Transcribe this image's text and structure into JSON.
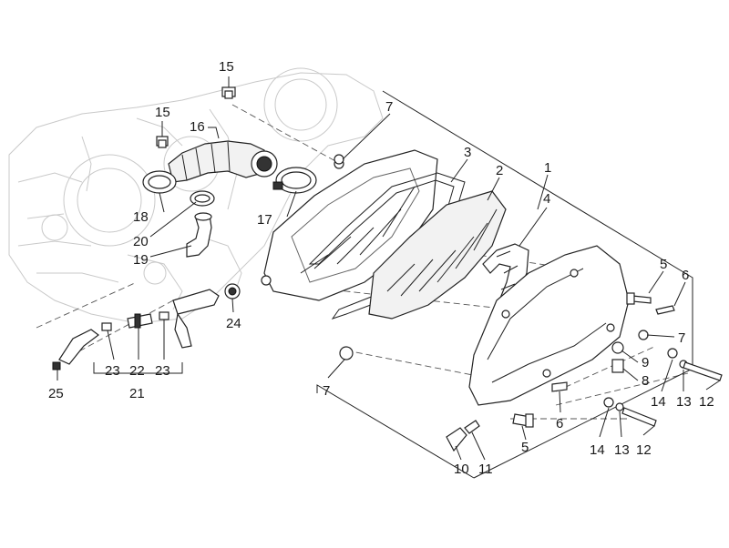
{
  "diagram": {
    "callouts": {
      "c1": "1",
      "c2": "2",
      "c3": "3",
      "c4": "4",
      "c5a": "5",
      "c5b": "5",
      "c6a": "6",
      "c6b": "6",
      "c7a": "7",
      "c7b": "7",
      "c7c": "7",
      "c8": "8",
      "c9": "9",
      "c10": "10",
      "c11": "11",
      "c12a": "12",
      "c12b": "12",
      "c13a": "13",
      "c13b": "13",
      "c14a": "14",
      "c14b": "14",
      "c15a": "15",
      "c15b": "15",
      "c16": "16",
      "c17": "17",
      "c18": "18",
      "c19": "19",
      "c20": "20",
      "c21": "21",
      "c22": "22",
      "c23a": "23",
      "c23b": "23",
      "c24": "24",
      "c25": "25"
    }
  }
}
